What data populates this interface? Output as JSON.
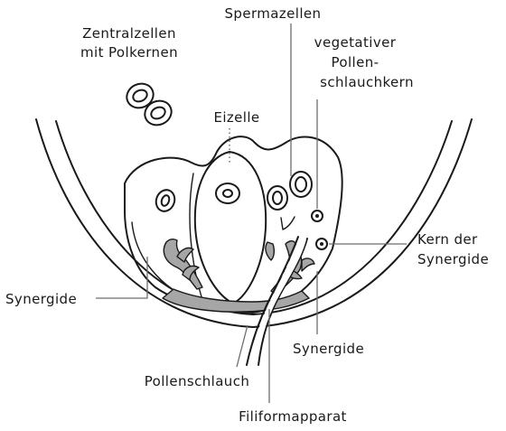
{
  "labels": {
    "zentralzellen_1": "Zentralzellen",
    "zentralzellen_2": "mit Polkernen",
    "spermazellen": "Spermazellen",
    "vegetativer_1": "vegetativer",
    "vegetativer_2": "Pollen-",
    "vegetativer_3": "schlauchkern",
    "eizelle": "Eizelle",
    "kern_1": "Kern der",
    "kern_2": "Synergide",
    "synergide_left": "Synergide",
    "synergide_right": "Synergide",
    "pollenschlauch": "Pollenschlauch",
    "filiform": "Filiformapparat"
  }
}
